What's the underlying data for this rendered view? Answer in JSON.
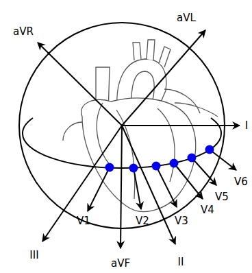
{
  "diagram": {
    "labels": [
      "aVL",
      "aVR",
      "I",
      "V6",
      "V5",
      "V4",
      "V3",
      "III",
      "V1",
      "V2",
      "aVF",
      "II"
    ]
  }
}
